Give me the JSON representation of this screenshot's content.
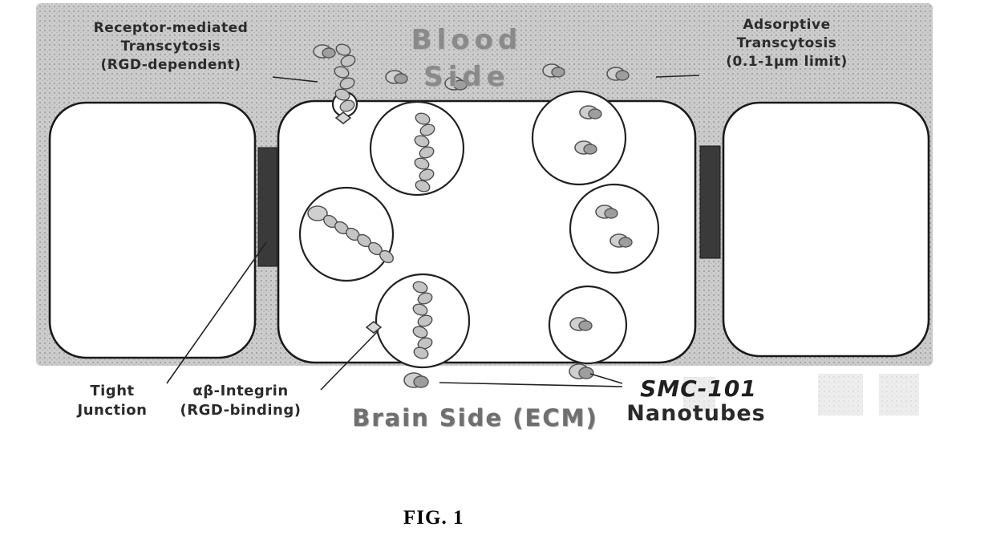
{
  "figure": {
    "caption": "FIG. 1",
    "labels": {
      "receptor_mediated": "Receptor-mediated\nTranscytosis\n(RGD-dependent)",
      "blood_side": "Blood Side",
      "adsorptive": "Adsorptive\nTranscytosis\n(0.1-1μm limit)",
      "tight_junction": "Tight\nJunction",
      "integrin": "αβ-Integrin\n(RGD-binding)",
      "brain_side": "Brain Side (ECM)",
      "smc_101": "SMC-101",
      "nanotubes": "Nanotubes"
    },
    "colors": {
      "background_texture": "#c9c9c9",
      "speckle": "#999999",
      "cell_fill": "#ffffff",
      "outline": "#1a1a1a",
      "tight_junction_fill": "#3a3a3a",
      "particle_fill": "#c4c4c4",
      "label_text": "#2b2b2b",
      "fuzzy_heading": "#8a8a8a"
    }
  }
}
